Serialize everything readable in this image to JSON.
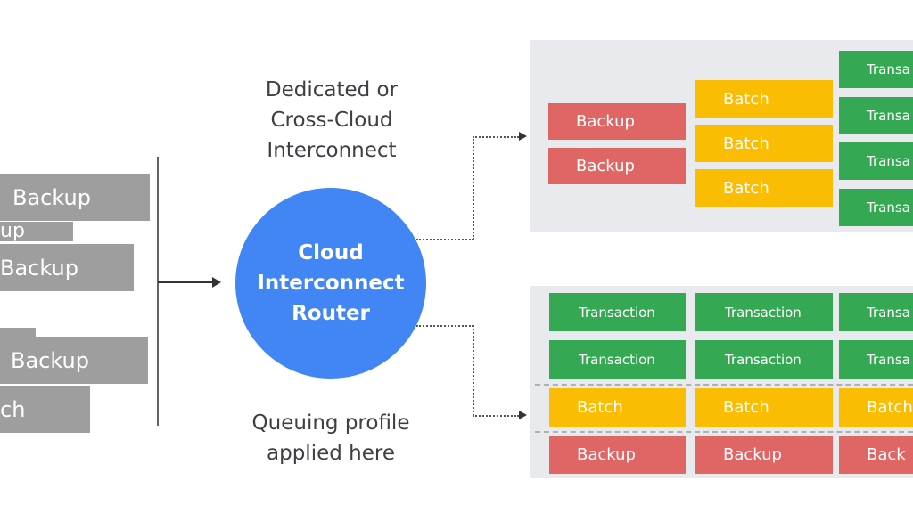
{
  "title_label": [
    "Dedicated or",
    "Cross-Cloud",
    "Interconnect"
  ],
  "router": {
    "lines": [
      "Cloud",
      "Interconnect",
      "Router"
    ],
    "color": "#4285f4"
  },
  "footer_label": [
    "Queuing profile",
    "applied here"
  ],
  "incoming_traffic": [
    {
      "label": "Backup",
      "type": "unclassified"
    },
    {
      "label": "up",
      "type": "unclassified"
    },
    {
      "label": "Backup",
      "type": "unclassified"
    },
    {
      "label": "",
      "type": "unclassified"
    },
    {
      "label": "Backup",
      "type": "unclassified"
    },
    {
      "label": "ch",
      "type": "unclassified"
    }
  ],
  "top_queue": {
    "backup": [
      "Backup",
      "Backup"
    ],
    "batch": [
      "Batch",
      "Batch",
      "Batch"
    ],
    "transaction": [
      "Transa",
      "Transa",
      "Transa",
      "Transa"
    ]
  },
  "bottom_queue": {
    "rows": [
      [
        "Transaction",
        "Transaction",
        "Transa"
      ],
      [
        "Transaction",
        "Transaction",
        "Transa"
      ],
      [
        "Batch",
        "Batch",
        "Batch"
      ],
      [
        "Backup",
        "Backup",
        "Back"
      ]
    ]
  },
  "colors": {
    "backup": "#e06666",
    "batch": "#fbbc04",
    "transaction": "#34a853",
    "unclassified": "#9e9e9e",
    "panel": "#e8eaed"
  }
}
